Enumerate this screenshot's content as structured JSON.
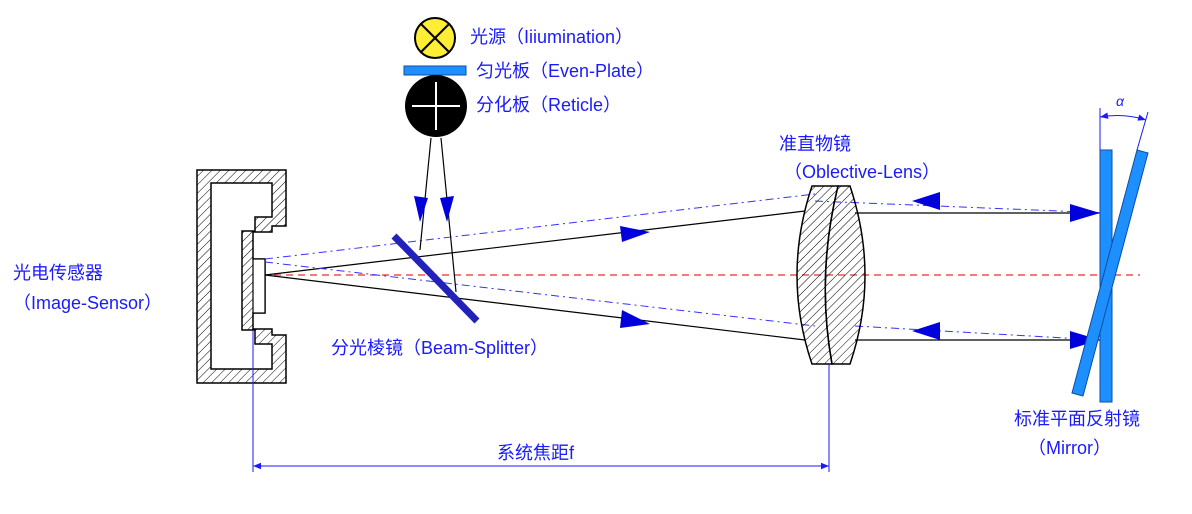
{
  "labels": {
    "light_source": "光源（Iiiumination）",
    "even_plate": "匀光板（Even-Plate）",
    "reticle": "分化板（Reticle）",
    "objective_cn": "准直物镜",
    "objective_en": "（Oblective-Lens）",
    "sensor_cn": "光电传感器",
    "sensor_en": "（Image-Sensor）",
    "beam_splitter": "分光棱镜（Beam-Splitter）",
    "mirror_cn": "标准平面反射镜",
    "mirror_en": "（Mirror）",
    "focal_length": "系统焦距f",
    "angle": "α"
  },
  "colors": {
    "label": "#1a1aff",
    "ray": "#000000",
    "dashed_ray": "#3333ff",
    "axis": "#e03030",
    "splitter": "#2222bb",
    "mirror": "#1e8fff",
    "arrow": "#0000dd",
    "lamp_fill": "#ffee33"
  }
}
